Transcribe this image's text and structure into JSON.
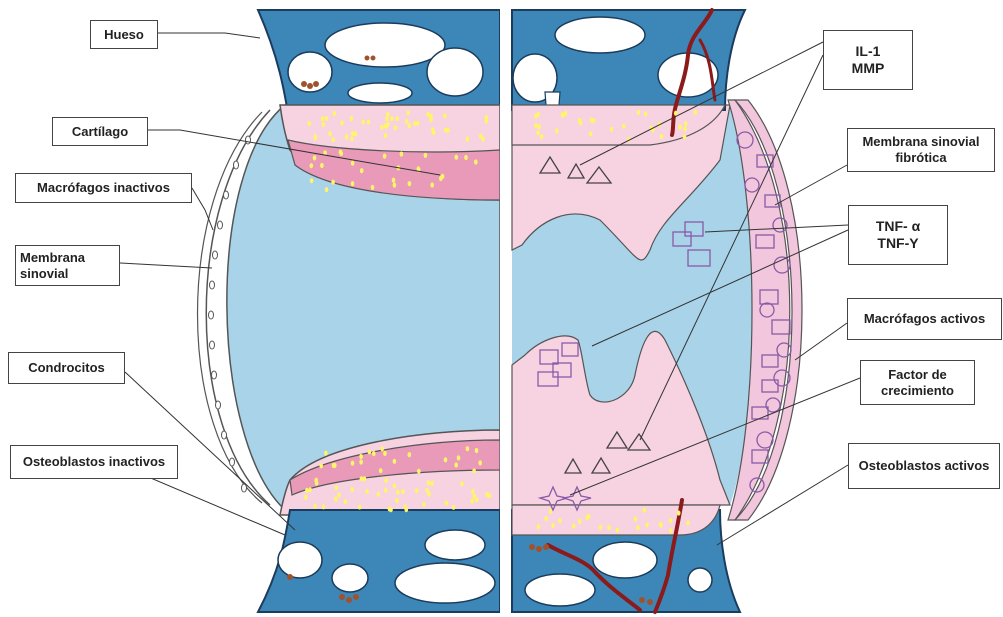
{
  "labels": {
    "hueso": "Hueso",
    "cartilago": "Cartílago",
    "macrofagos_inactivos": "Macrófagos inactivos",
    "membrana_sinovial": "Membrana\nsinovial",
    "condrocitos": "Condrocitos",
    "osteoblastos_inactivos": "Osteoblastos inactivos",
    "il1_mmp": "IL-1\nMMP",
    "membrana_sinovial_fibrotica": "Membrana sinovial\nfibrótica",
    "tnf": "TNF- α\nTNF-Y",
    "macrofagos_activos": "Macrófagos activos",
    "factor_crecimiento": "Factor de\ncrecimiento",
    "osteoblastos_activos": "Osteoblastos activos"
  },
  "colors": {
    "bone": "#3d86b8",
    "bone_outline": "#1b3c5c",
    "cavity": "#a9d3e8",
    "cartilage": "#f7d2e0",
    "cartilage_dark": "#e89ab8",
    "chondrocyte": "#fff46a",
    "vessel": "#8b1a1a",
    "macrophage": "#8a5aa8"
  }
}
